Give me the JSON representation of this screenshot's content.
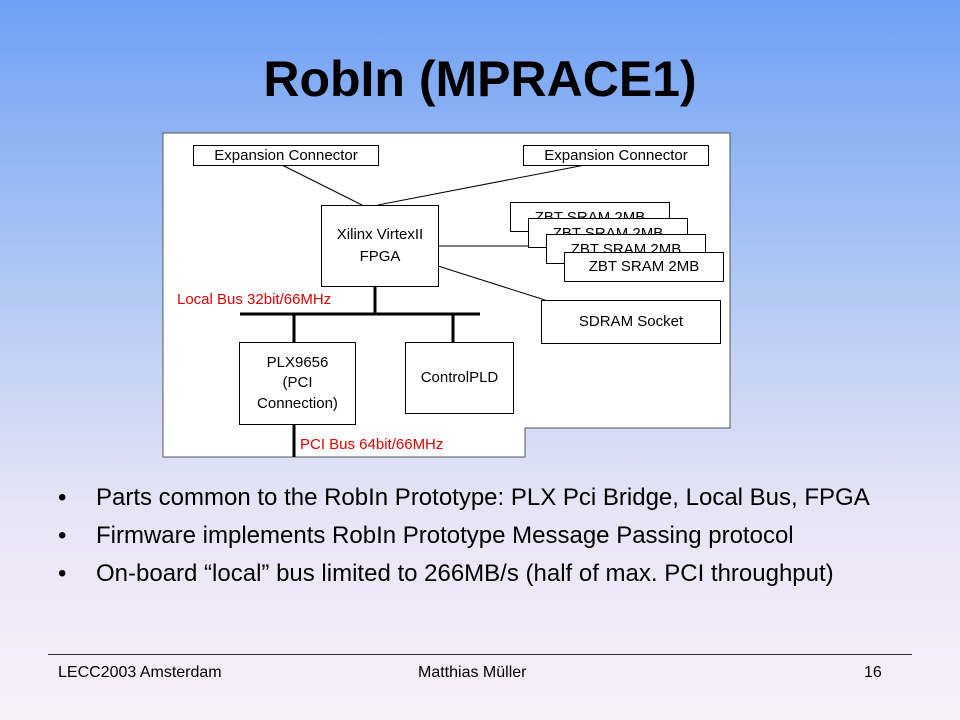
{
  "slide": {
    "title": "RobIn (MPRACE1)"
  },
  "diagram": {
    "expansion_left": "Expansion Connector",
    "expansion_right": "Expansion Connector",
    "fpga": [
      "Xilinx VirtexII",
      "FPGA"
    ],
    "zbt": [
      "ZBT SRAM 2MB",
      "ZBT SRAM 2MB",
      "ZBT SRAM 2MB",
      "ZBT SRAM 2MB"
    ],
    "sdram": "SDRAM Socket",
    "local_bus": "Local Bus 32bit/66MHz",
    "plx": [
      "PLX9656",
      "(PCI",
      "Connection)"
    ],
    "controlpld": "ControlPLD",
    "pci_bus": "PCI Bus 64bit/66MHz"
  },
  "bullets": [
    "Parts common to the RobIn Prototype: PLX Pci Bridge, Local Bus, FPGA",
    "Firmware implements RobIn Prototype Message Passing protocol",
    "On-board “local” bus limited to 266MB/s (half of max. PCI throughput)"
  ],
  "footer": {
    "left": "LECC2003 Amsterdam",
    "center": "Matthias Müller",
    "right": "16"
  }
}
